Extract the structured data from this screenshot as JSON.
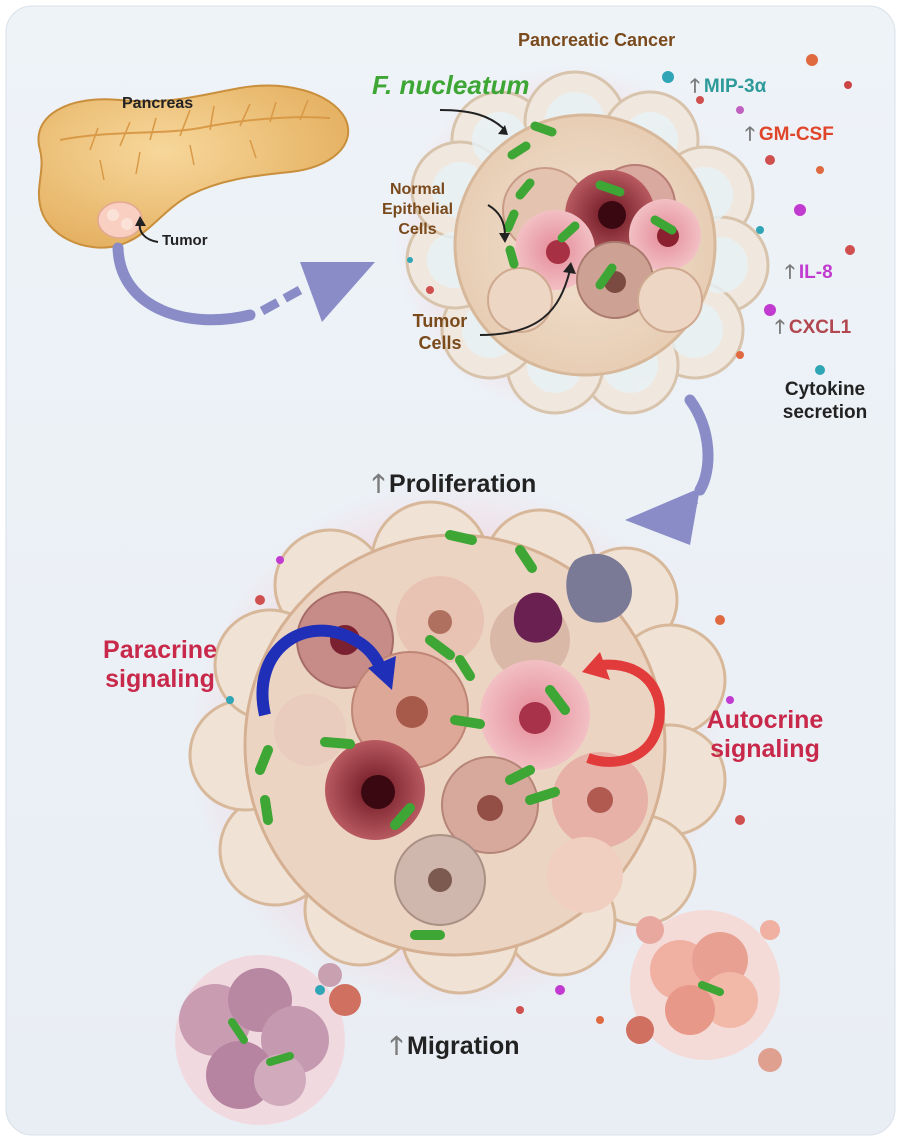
{
  "labels": {
    "pancreas": "Pancreas",
    "tumor": "Tumor",
    "pancreatic_cancer": "Pancreatic Cancer",
    "f_nucleatum": "F. nucleatum",
    "normal_cells_1": "Normal",
    "normal_cells_2": "Epithelial",
    "normal_cells_3": "Cells",
    "tumor_cells_1": "Tumor",
    "tumor_cells_2": "Cells",
    "cytokine_1": "Cytokine",
    "cytokine_2": "secretion",
    "paracrine_1": "Paracrine",
    "paracrine_2": "signaling",
    "autocrine_1": "Autocrine",
    "autocrine_2": "signaling",
    "proliferation": "Proliferation",
    "migration": "Migration"
  },
  "cytokines": [
    {
      "name": "MIP-3α",
      "color": "#2f9a9a"
    },
    {
      "name": "GM-CSF",
      "color": "#e0452a"
    },
    {
      "name": "IL-8",
      "color": "#c13bd0"
    },
    {
      "name": "CXCL1",
      "color": "#b2474f"
    }
  ],
  "arrow_glyph": "🡑",
  "colors": {
    "bacteria": "#3da635",
    "label_brown": "#7a4a1c",
    "signal_red": "#c8284a",
    "paracrine_arrow": "#1f2fb8",
    "autocrine_arrow": "#e23b3b",
    "flow_arrow": "#8a8cc8"
  }
}
